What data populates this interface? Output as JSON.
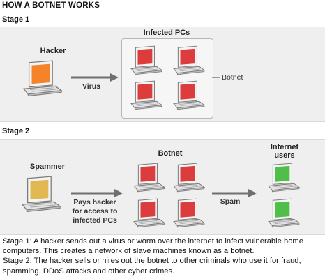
{
  "title": "HOW A BOTNET WORKS",
  "stage1": {
    "label": "Stage 1",
    "hacker_label": "Hacker",
    "infected_label": "Infected PCs",
    "arrow_label": "Virus",
    "botnet_label": "Botnet"
  },
  "stage2": {
    "label": "Stage 2",
    "spammer_label": "Spammer",
    "botnet_label": "Botnet",
    "pays_label": [
      "Pays hacker",
      "for access to",
      "infected PCs"
    ],
    "spam_label": "Spam",
    "users_label": [
      "Internet",
      "users"
    ]
  },
  "caption": {
    "line1": "Stage 1: A hacker sends out a virus or worm over the internet to infect vulnerable home computers. This creates a network of slave machines known as a botnet.",
    "line2": "Stage 2: The hacker sells or hires out the botnet to other criminals who use it for fraud, spamming, DDoS attacks and other cyber crimes."
  },
  "colors": {
    "hacker_screen": "#f5832a",
    "infected_screen": "#dd3c3c",
    "spammer_screen": "#e2b852",
    "user_screen": "#4fbf4a",
    "panel_bg": "#efefef"
  }
}
